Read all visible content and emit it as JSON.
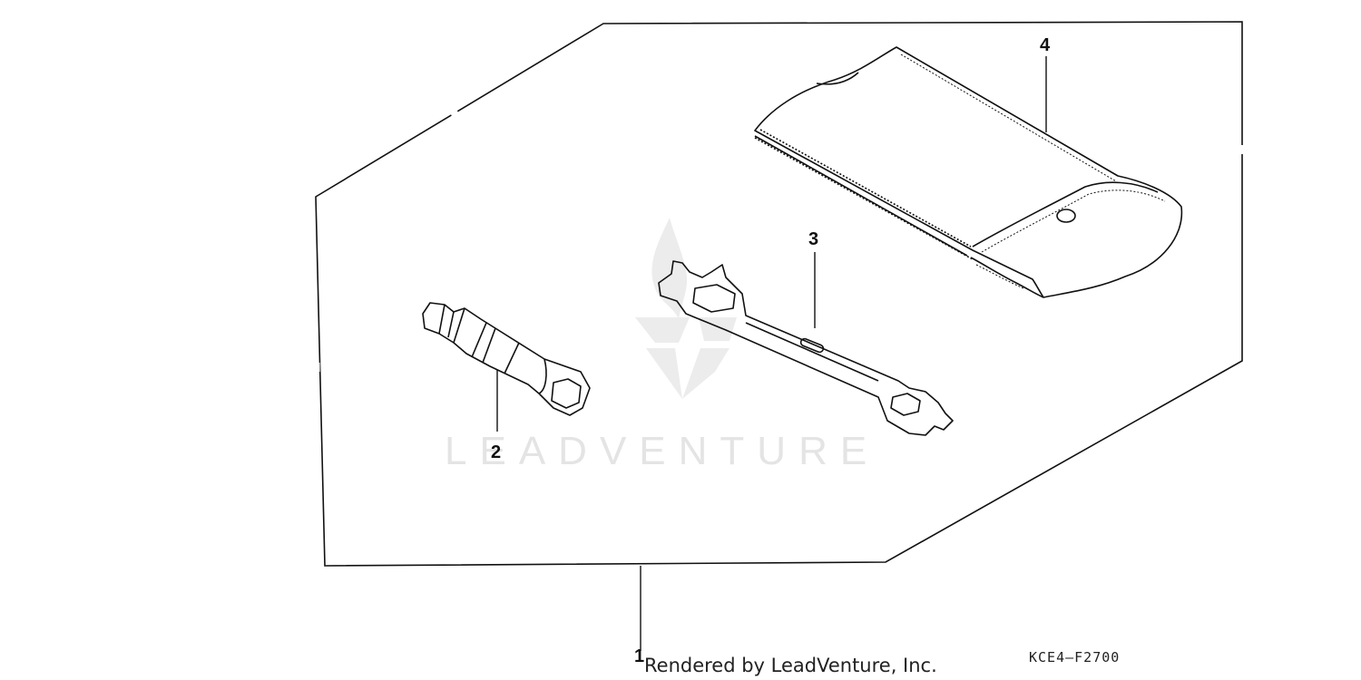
{
  "diagram": {
    "callouts": {
      "part1": "1",
      "part2": "2",
      "part3": "3",
      "part4": "4"
    },
    "credit": "Rendered by LeadVenture, Inc.",
    "figure_code": "KCE4–F2700",
    "watermark": "LEADVENTURE"
  }
}
